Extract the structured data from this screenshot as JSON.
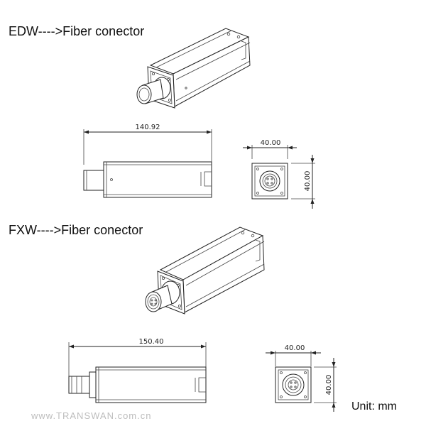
{
  "sections": [
    {
      "title": "EDW---->Fiber conector",
      "length_dim": "140.92",
      "width_dim": "40.00",
      "height_dim": "40.00"
    },
    {
      "title": "FXW---->Fiber conector",
      "length_dim": "150.40",
      "width_dim": "40.00",
      "height_dim": "40.00"
    }
  ],
  "unit_label": "Unit:  mm",
  "watermark": "www.TRANSWAN.com.cn"
}
